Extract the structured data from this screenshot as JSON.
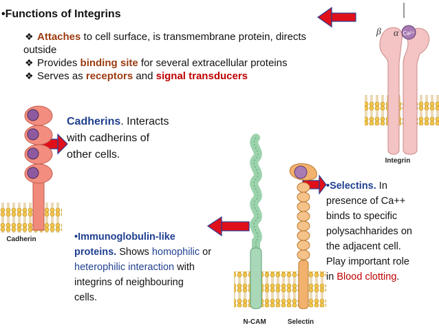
{
  "header": {
    "title": "•Functions of Integrins"
  },
  "integrin_functions": {
    "bullet1_pre": "Attaches",
    "bullet1_post": " to cell surface, is transmembrane protein, directs",
    "bullet1_cont": "outside",
    "bullet2_pre": "Provides ",
    "bullet2_key": "binding site",
    "bullet2_post": " for several extracellular proteins",
    "bullet3_pre": "Serves as ",
    "bullet3_key1": "receptors",
    "bullet3_mid": " and ",
    "bullet3_key2": "signal transducers"
  },
  "cadherins": {
    "key": "Cadherins",
    "line1_post": ". Interacts",
    "line2": "with cadherins of",
    "line3": "other cells."
  },
  "immunoglobulin": {
    "line1": "•Immunoglobulin-like",
    "line2_key": "proteins.",
    "line2_mid": " Shows ",
    "line2_blue": "homophilic",
    "line2_post": " or",
    "line3_blue": "heterophilic interaction",
    "line3_post": " with",
    "line4": "integrins of neighbouring",
    "line5": "cells."
  },
  "selectins": {
    "line1_key": "•Selectins.",
    "line1_post": " In",
    "line2": "presence of Ca++",
    "line3": "binds to specific",
    "line4": "polysachharides on",
    "line5": "the adjacent cell.",
    "line6": "Play important role",
    "line7_pre": "in ",
    "line7_red": "Blood clotting",
    "line7_post": "."
  },
  "figures": {
    "integrin_label": "Integrin",
    "cadherin_label": "Cadherin",
    "ncam_label": "N-CAM",
    "selectin_label": "Selectin",
    "beta": "β",
    "alpha": "α",
    "ca": "Ca²⁺"
  },
  "colors": {
    "arrow_red": "#e0101a",
    "arrow_edge": "#2a3b8f",
    "membrane_yellow": "#f3c64d",
    "protein_pink": "#e8a3a8",
    "protein_salmon": "#e07b66",
    "ncam_green": "#a9d8b8",
    "selectin_orange": "#f2b26d"
  }
}
